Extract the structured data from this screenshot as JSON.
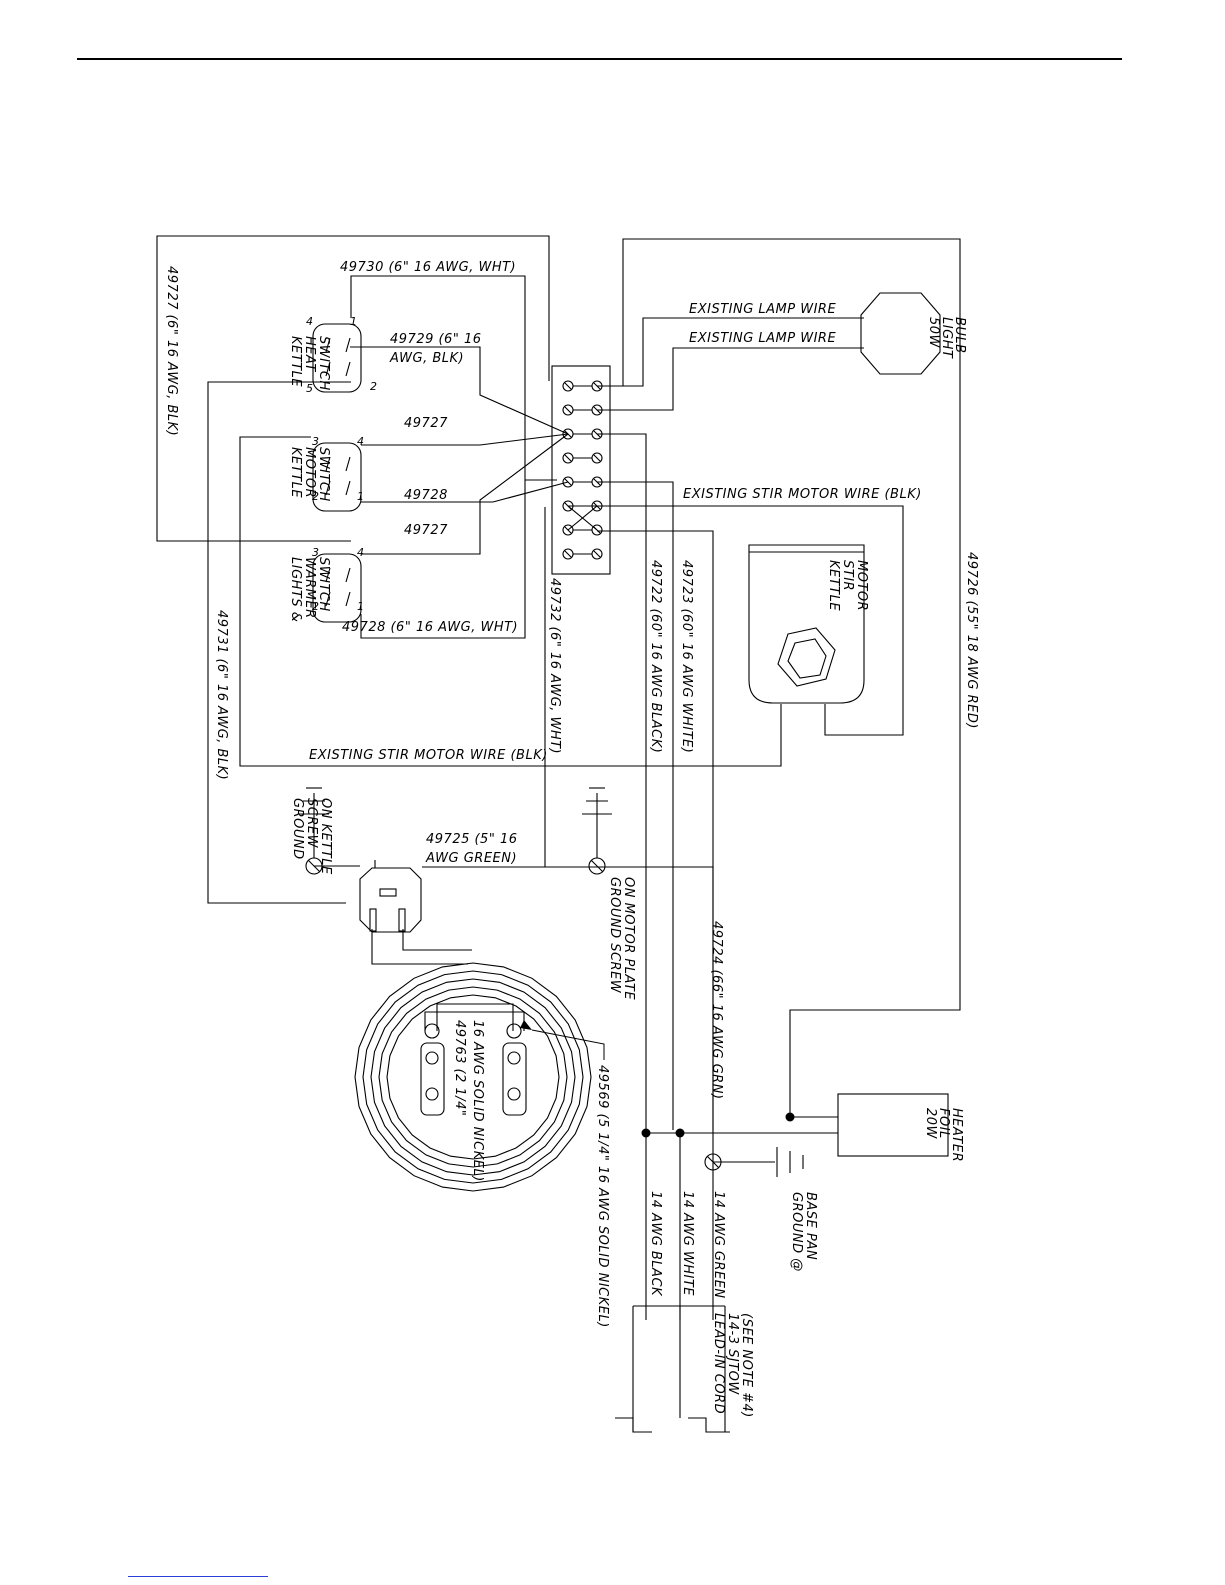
{
  "labels": {
    "w49730": "49730 (6\" 16 AWG, WHT)",
    "w49729a": "49729 (6\" 16",
    "w49729b": "AWG, BLK)",
    "w49727a": "49727",
    "w49728a": "49728",
    "w49727b": "49727",
    "w49728b": "49728 (6\" 16 AWG, WHT)",
    "lamp1": "EXISTING LAMP WIRE",
    "lamp2": "EXISTING LAMP WIRE",
    "stir_top": "EXISTING STIR MOTOR WIRE (BLK)",
    "stir_bottom": "EXISTING STIR MOTOR WIRE (BLK)",
    "w49727_side": "49727 (6\" 16 AWG, BLK)",
    "w49731": "49731 (6\" 16 AWG, BLK)",
    "w49732": "49732 (6\" 16 AWG, WHT)",
    "w49722": "49722 (60\" 16 AWG BLACK)",
    "w49723": "49723 (60\" 16 AWG WHITE)",
    "w49726": "49726 (55\" 18 AWG RED)",
    "w49724": "49724 (66\" 16 AWG GRN)",
    "w49725a": "49725 (5\" 16",
    "w49725b": "AWG GREEN)",
    "w49763a": "49763 (2 1/4\"",
    "w49763b": "16 AWG SOLID NICKEL)",
    "w49569": "49569 (5 1/4\" 16 AWG SOLID NICKEL)",
    "aw14_black": "14 AWG BLACK",
    "aw14_white": "14 AWG WHITE",
    "aw14_green": "14 AWG GREEN"
  },
  "components": {
    "heat_switch": [
      "KETTLE",
      "HEAT",
      "SWITCH"
    ],
    "motor_switch": [
      "KETTLE",
      "MOTOR",
      "SWITCH"
    ],
    "lights_switch": [
      "LIGHTS &",
      "WARMER",
      "SWITCH"
    ],
    "bulb": [
      "50W",
      "LIGHT",
      "BULB"
    ],
    "stir_motor": [
      "KETTLE",
      "STIR",
      "MOTOR"
    ],
    "heater": [
      "20W",
      "FOIL",
      "HEATER"
    ],
    "ground_kettle": [
      "GROUND",
      "SCREW",
      "ON KETTLE"
    ],
    "ground_motor": [
      "GROUND SCREW",
      "ON MOTOR PLATE"
    ],
    "ground_base": [
      "GROUND @",
      "BASE PAN"
    ],
    "lead_in": [
      "LEAD-IN CORD",
      "14-3 SJTOW",
      "(SEE NOTE #4)"
    ]
  },
  "pins": {
    "heat": [
      "1",
      "2",
      "4",
      "5"
    ],
    "motor": [
      "4",
      "3",
      "2",
      "1"
    ],
    "lights": [
      "4",
      "3",
      "2",
      "1"
    ]
  }
}
